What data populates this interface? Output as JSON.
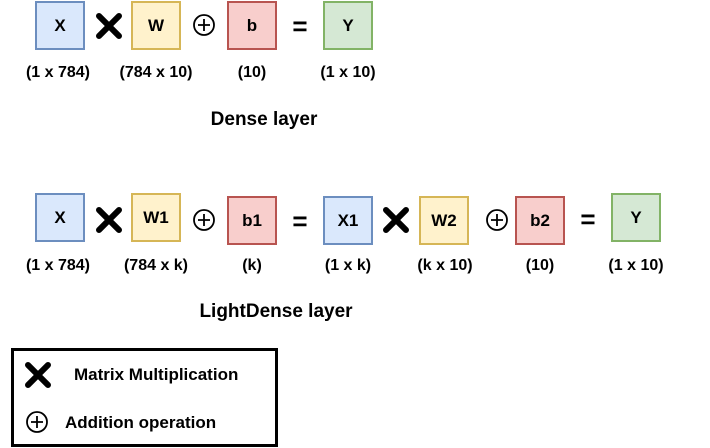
{
  "dense": {
    "x": {
      "label": "X",
      "dim": "(1 x 784)"
    },
    "w": {
      "label": "W",
      "dim": "(784 x 10)"
    },
    "b": {
      "label": "b",
      "dim": "(10)"
    },
    "y": {
      "label": "Y",
      "dim": "(1 x 10)"
    },
    "equals": "=",
    "title": "Dense layer"
  },
  "light_dense": {
    "x": {
      "label": "X",
      "dim": "(1 x 784)"
    },
    "w1": {
      "label": "W1",
      "dim": "(784 x k)"
    },
    "b1": {
      "label": "b1",
      "dim": "(k)"
    },
    "x1": {
      "label": "X1",
      "dim": "(1 x k)"
    },
    "w2": {
      "label": "W2",
      "dim": "(k x 10)"
    },
    "b2": {
      "label": "b2",
      "dim": "(10)"
    },
    "y": {
      "label": "Y",
      "dim": "(1 x 10)"
    },
    "equals": "=",
    "title": "LightDense layer"
  },
  "legend": {
    "matrix_multiplication": "Matrix Multiplication",
    "addition_operation": "Addition operation"
  },
  "colors": {
    "input": "#dae8fc",
    "weight": "#fff2cc",
    "bias": "#f8cecc",
    "output": "#d5e8d4"
  },
  "icons": {
    "multiply": "multiply-x-icon",
    "add": "circled-plus-icon"
  }
}
